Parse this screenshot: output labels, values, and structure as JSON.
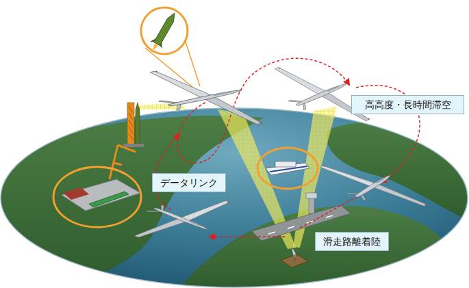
{
  "diagram": {
    "nodes": [
      {
        "text": [
          "高高度・長時間滞空"
        ]
      },
      {
        "text": [
          "データリンク"
        ]
      },
      {
        "text": [
          "滑走路離着陸"
        ]
      }
    ]
  }
}
